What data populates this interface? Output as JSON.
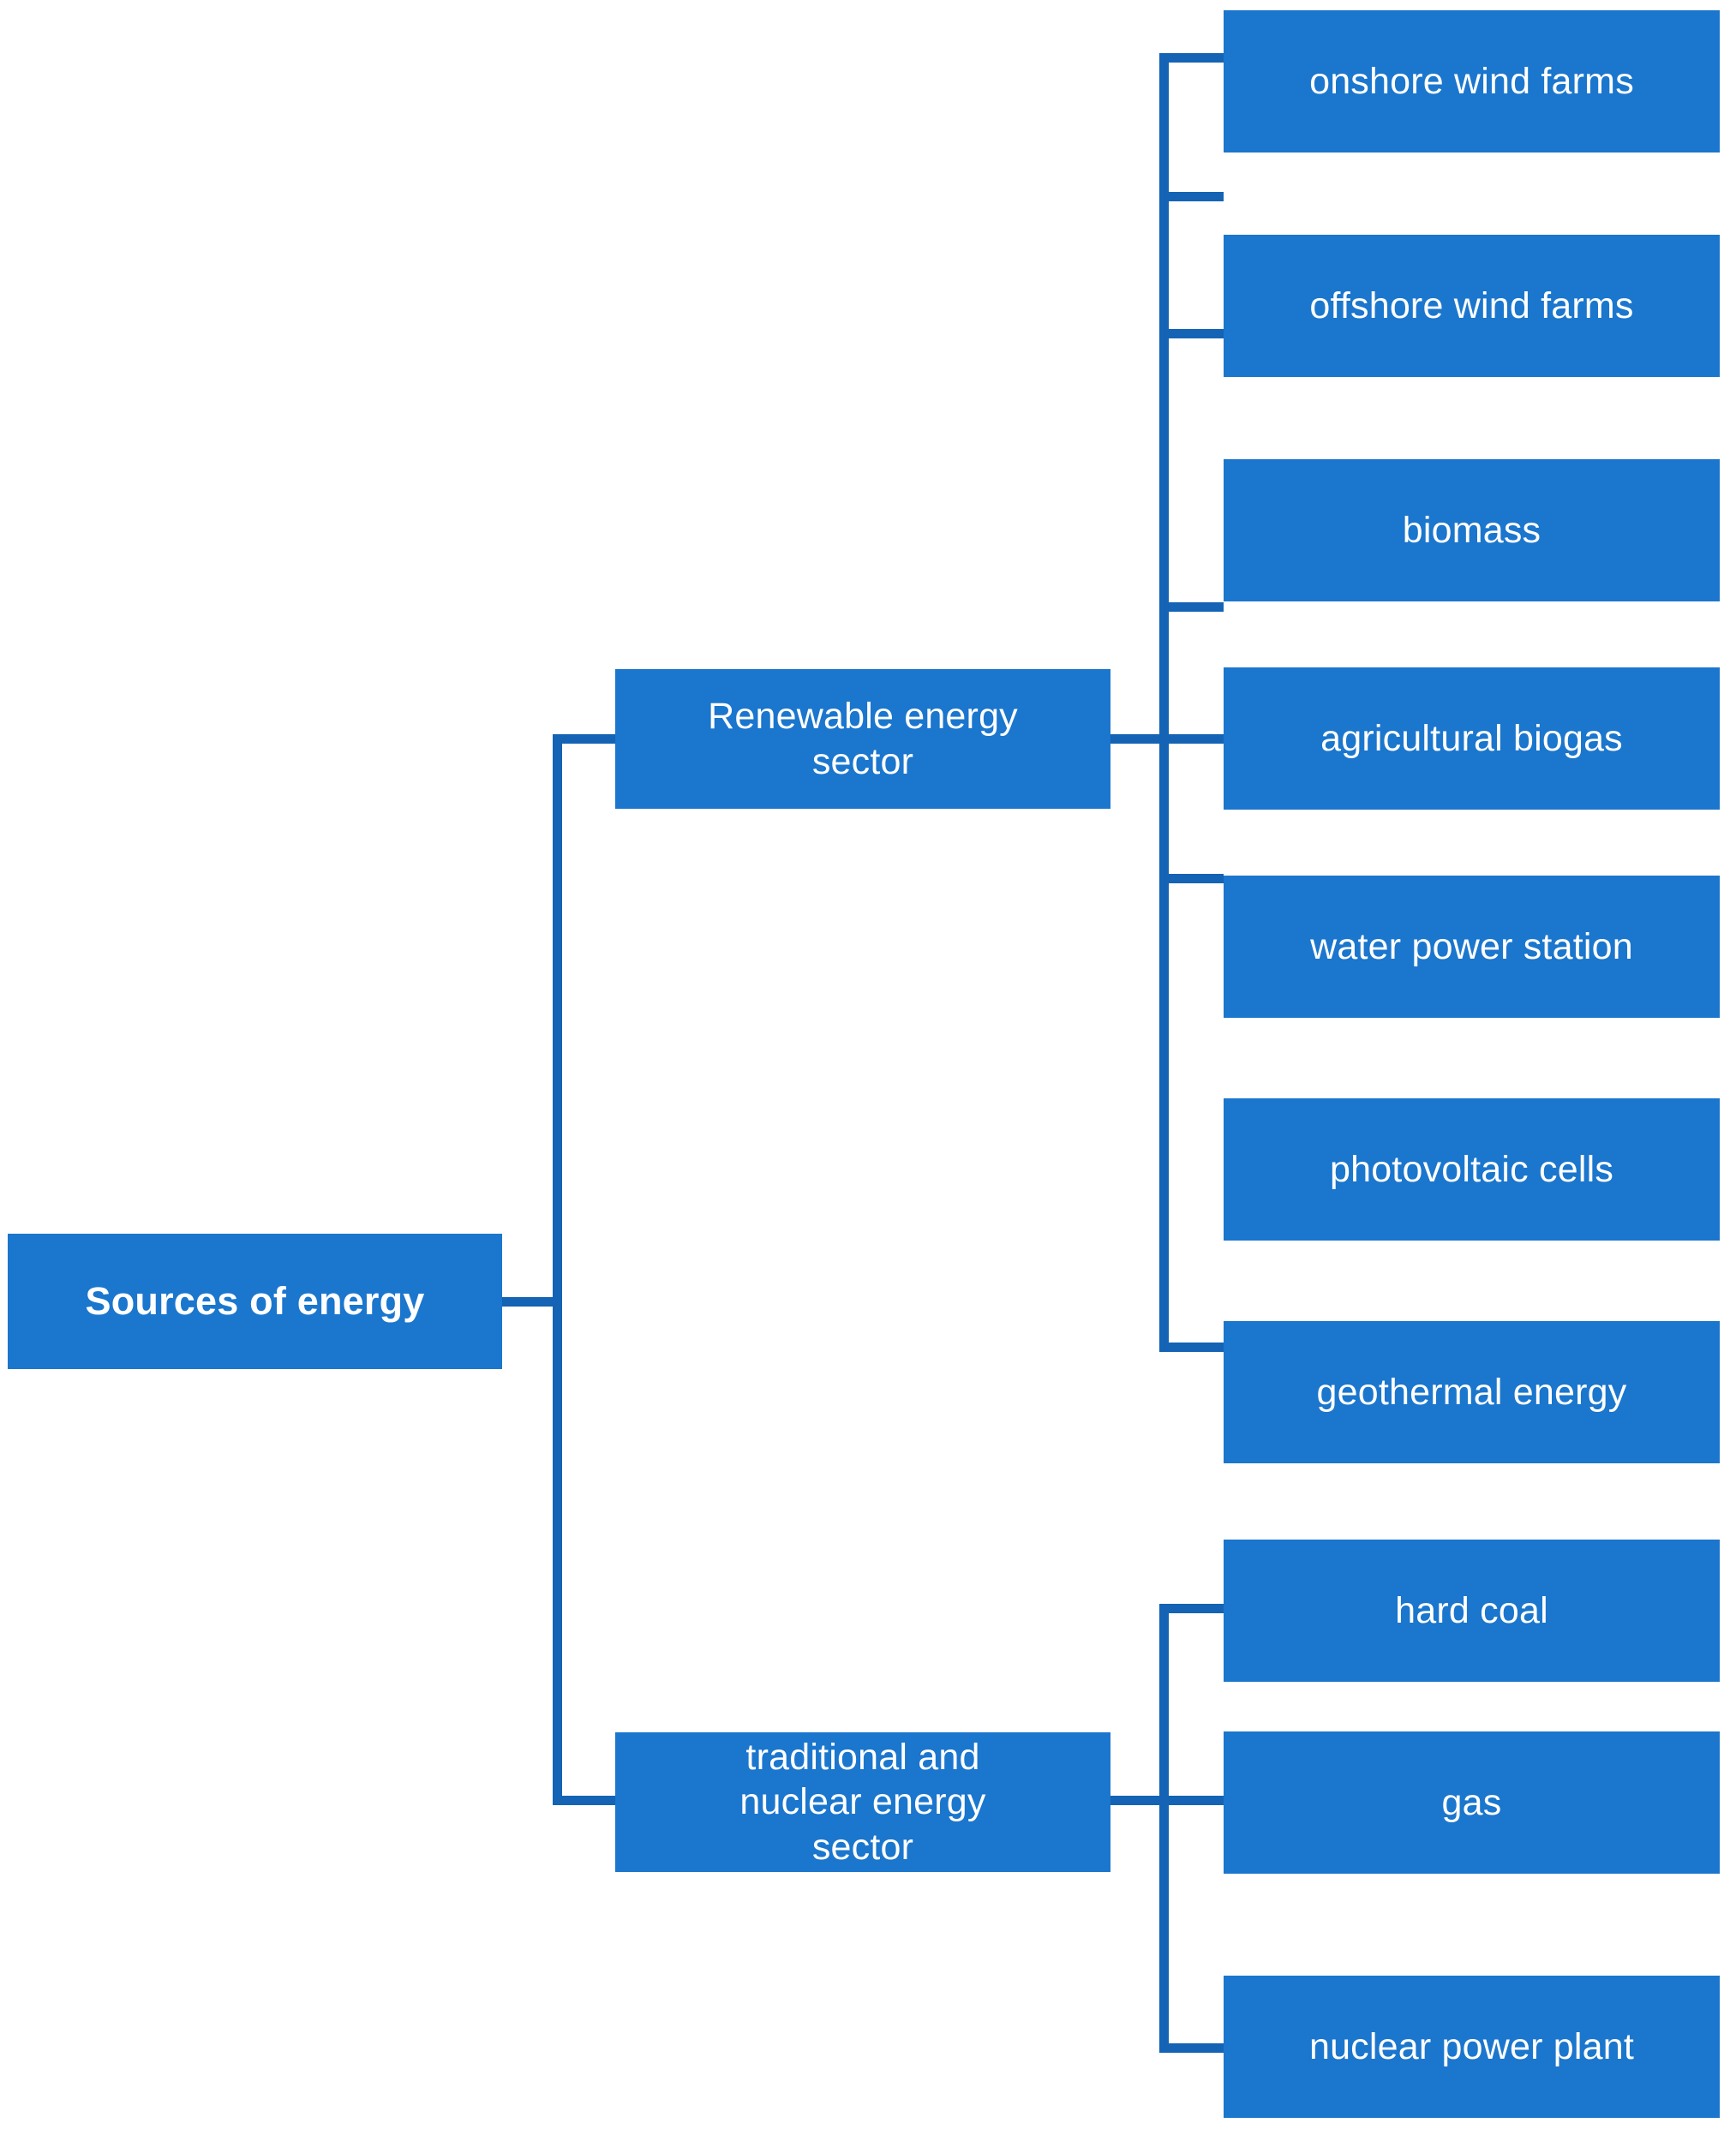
{
  "diagram": {
    "title": "Sources of energy",
    "type": "tree",
    "orientation": "left-to-right",
    "colors": {
      "node_fill": "#1b76cd",
      "node_text": "#ffffff",
      "connector": "#1463b4",
      "background": "#ffffff"
    },
    "root": {
      "label": "Sources of energy",
      "bold": true
    },
    "branches": [
      {
        "label": "Renewable energy\nsector",
        "label_plain": "Renewable energy sector",
        "children": [
          {
            "label": "onshore wind farms"
          },
          {
            "label": "offshore wind farms"
          },
          {
            "label": "biomass"
          },
          {
            "label": "agricultural biogas"
          },
          {
            "label": "water power station"
          },
          {
            "label": "photovoltaic cells"
          },
          {
            "label": "geothermal energy"
          }
        ]
      },
      {
        "label": "traditional and\nnuclear energy\nsector",
        "label_plain": "traditional and nuclear energy sector",
        "children": [
          {
            "label": "hard coal"
          },
          {
            "label": "gas"
          },
          {
            "label": "nuclear power plant"
          }
        ]
      }
    ]
  }
}
